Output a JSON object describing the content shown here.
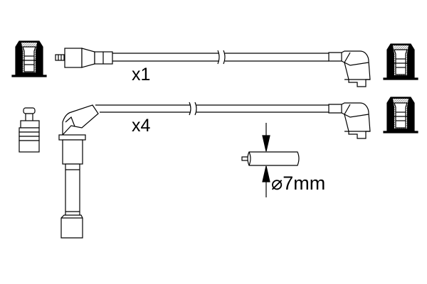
{
  "diagram": {
    "cable_single_qty": "x1",
    "cable_multi_qty": "x4",
    "diameter_label": "⌀7mm",
    "line_color": "#000000",
    "fill_color": "#ffffff",
    "hatch_color": "#888888"
  }
}
